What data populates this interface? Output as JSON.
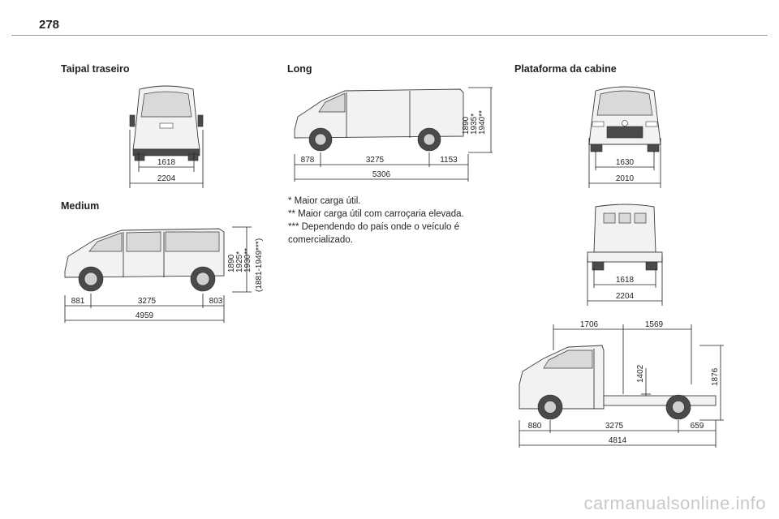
{
  "page_number": "278",
  "headings": {
    "taipal": "Taipal traseiro",
    "medium": "Medium",
    "long": "Long",
    "plataforma": "Plataforma da cabine"
  },
  "taipal": {
    "inner_width": "1618",
    "outer_width": "2204"
  },
  "medium": {
    "front": "881",
    "wheelbase": "3275",
    "rear": "803",
    "length": "4959",
    "heights": [
      "1890",
      "1925*",
      "1930**",
      "(1881-1949***)"
    ]
  },
  "long": {
    "front": "878",
    "wheelbase": "3275",
    "rear": "1153",
    "length": "5306",
    "heights": [
      "1890",
      "1935*",
      "1940**"
    ]
  },
  "footnotes": [
    "* Maior carga útil.",
    "** Maior carga útil com carroçaria elevada.",
    "*** Dependendo do país onde o veículo é comercializado."
  ],
  "cabine_front": {
    "inner_width": "1630",
    "outer_width": "2010"
  },
  "cabine_rear": {
    "inner_width": "1618",
    "outer_width": "2204"
  },
  "cabine_side": {
    "top_left": "1706",
    "top_right": "1569",
    "platform_height": "1402",
    "total_height": "1876",
    "front": "880",
    "wheelbase": "3275",
    "rear": "659",
    "length": "4814"
  },
  "watermark": "carmanualsonline.info"
}
